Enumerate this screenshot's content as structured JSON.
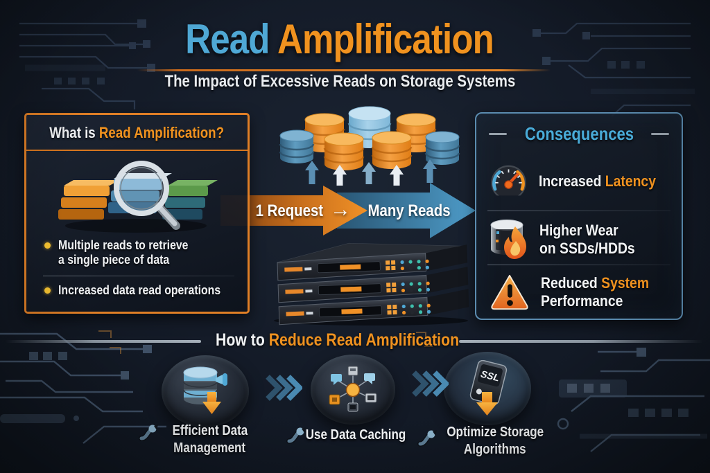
{
  "title": {
    "read": "Read",
    "amplification": "Amplification",
    "subtitle": "The Impact of Excessive Reads on Storage Systems"
  },
  "what_box": {
    "heading_prefix": "What is",
    "heading_accent": "Read Amplification?",
    "bullet1_line1": "Multiple reads to retrieve",
    "bullet1_line2": "a single piece of data",
    "bullet2": "Increased data read operations"
  },
  "flow": {
    "request": "1 Request",
    "arrow_glyph": "→",
    "reads": "Many Reads"
  },
  "consequences": {
    "heading": "Consequences",
    "item1": {
      "white": "Increased",
      "accent": "Latency"
    },
    "item2": {
      "line1": "Higher Wear",
      "line2": "on SSDs/HDDs"
    },
    "item3": {
      "white": "Reduced",
      "accent": "System",
      "line2": "Performance"
    }
  },
  "how_to": {
    "heading_prefix": "How to",
    "heading_accent": "Reduce Read Amplification",
    "step1": {
      "line1": "Efficient Data",
      "line2": "Management"
    },
    "step2": {
      "line1": "Use Data Caching"
    },
    "step3": {
      "line1": "Optimize Storage",
      "line2": "Algorithms",
      "chip_label": "SSL"
    }
  },
  "illustration": {
    "cylinder_colors": [
      "blue",
      "orange",
      "orange",
      "light-blue",
      "orange",
      "orange",
      "blue"
    ],
    "up_arrow_colors": [
      "blue",
      "white",
      "blue",
      "white",
      "blue"
    ]
  },
  "colors": {
    "background": "#10161f",
    "accent_orange": "#f0921f",
    "accent_blue": "#4fa8d5",
    "what_box_border": "#e07f26",
    "consequences_border": "#5b8cb0",
    "bullet_dot": "#f5c332",
    "text_white": "#f1f3f5"
  }
}
